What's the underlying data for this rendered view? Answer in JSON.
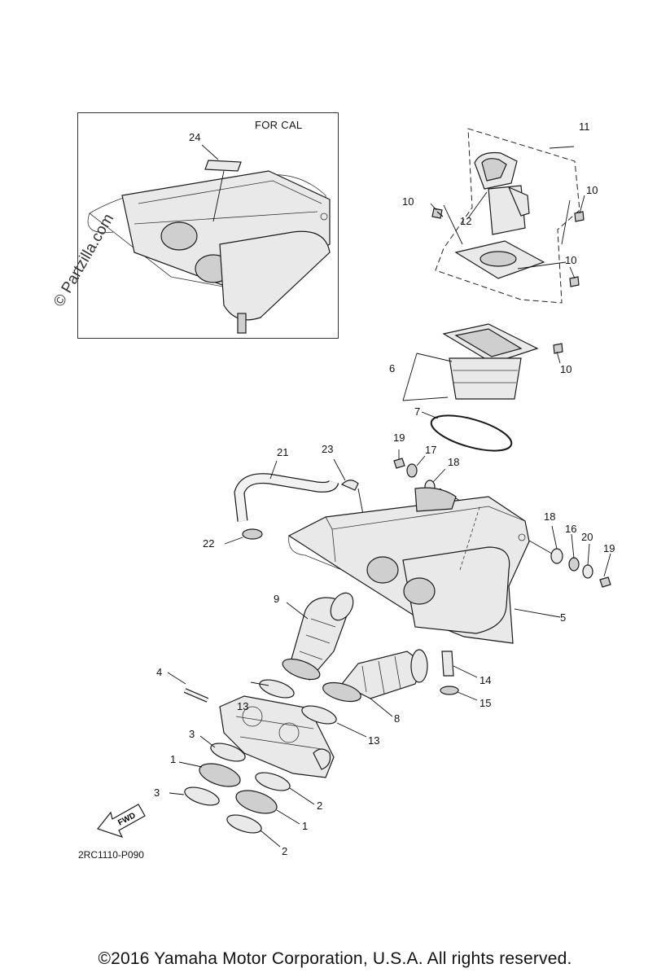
{
  "inset": {
    "title": "FOR CAL",
    "part_label": "24"
  },
  "watermark": "© Partzilla.com",
  "drawing_code": "2RC1110-P090",
  "fwd_label": "FWD",
  "copyright": "©2016 Yamaha Motor Corporation, U.S.A. All rights reserved.",
  "callouts": {
    "c1a": "1",
    "c1b": "1",
    "c2a": "2",
    "c2b": "2",
    "c3a": "3",
    "c3b": "3",
    "c4": "4",
    "c5": "5",
    "c6": "6",
    "c7": "7",
    "c8": "8",
    "c9": "9",
    "c10a": "10",
    "c10b": "10",
    "c10c": "10",
    "c10d": "10",
    "c11": "11",
    "c12": "12",
    "c13a": "13",
    "c13b": "13",
    "c14": "14",
    "c15": "15",
    "c16": "16",
    "c17": "17",
    "c18a": "18",
    "c18b": "18",
    "c19a": "19",
    "c19b": "19",
    "c20": "20",
    "c21": "21",
    "c22": "22",
    "c23": "23"
  }
}
